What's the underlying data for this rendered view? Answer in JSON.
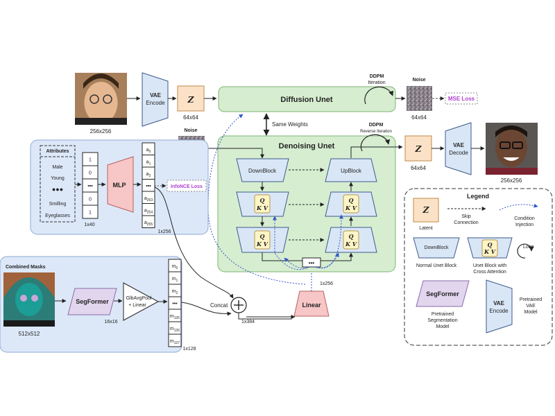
{
  "labels": {
    "img_in_size": "256x256",
    "vae": "VAE",
    "encode": "Encode",
    "decode": "Decode",
    "z": "Z",
    "size64": "64x64",
    "diffusion_unet": "Diffusion Unet",
    "ddpm": "DDPM",
    "iteration": "Iteration",
    "reverse_iteration": "Reverse Iteration",
    "noise": "Noise",
    "mse_loss": "MSE Loss",
    "same_weights": "Same Weights",
    "denoising_unet": "Denoising Unet",
    "downblock": "DownBlock",
    "upblock": "UpBlock",
    "q": "Q",
    "kv": "K V",
    "dots": "•••",
    "img_out_size": "256x256",
    "attributes": "Attributes",
    "attr_items": [
      "Male",
      "Young",
      "●●●",
      "Smilling",
      "Eyeglasses"
    ],
    "vec40": [
      "1",
      "0",
      "•••",
      "0",
      "1"
    ],
    "size1x40": "1x40",
    "mlp": "MLP",
    "vec256": [
      "a0",
      "a1",
      "a2",
      "•••",
      "a253",
      "a254",
      "a255"
    ],
    "size1x256": "1x256",
    "infonce": "InfoNCE Loss",
    "combined_masks": "Combined Masks",
    "size512": "512x512",
    "segformer": "SegFormer",
    "size16": "16x16",
    "glbavg": "GlbAvgPool",
    "plus_linear": "+ Linear",
    "vec128": [
      "m0",
      "m1",
      "m2",
      "•••",
      "m125",
      "m126",
      "m127"
    ],
    "size1x128": "1x128",
    "concat": "Concat",
    "size1x384": "1x384",
    "linear": "Linear",
    "size1x256b": "1x256"
  },
  "legend": {
    "title": "Legend",
    "latent": "Latent",
    "skip1": "Skip",
    "skip2": "Connection",
    "cond1": "Condition",
    "cond2": "Injection",
    "downblock": "DownBlock",
    "normal_unet": "Normal Unet Block",
    "unet_cross1": "Unet Block with",
    "unet_cross2": "Cross Attention",
    "loop": "Loop",
    "segformer": "SegFormer",
    "seg_desc1": "Pretrained",
    "seg_desc2": "Segmentation",
    "seg_desc3": "Model",
    "vae": "VAE",
    "encode": "Encode",
    "vae_desc1": "Pretrained",
    "vae_desc2": "VAE",
    "vae_desc3": "Model"
  },
  "colors": {
    "green": "#d6edd0",
    "green_stroke": "#7fb573",
    "blue_panel": "#dce8f8",
    "blue_block": "#d9e6f6",
    "latent": "#fbe2c6",
    "pink": "#f7c6c6",
    "purple": "#e2d5ee",
    "qkv": "#fff4c6",
    "mse": "#b03fcf",
    "flow_blue": "#3355cc"
  }
}
